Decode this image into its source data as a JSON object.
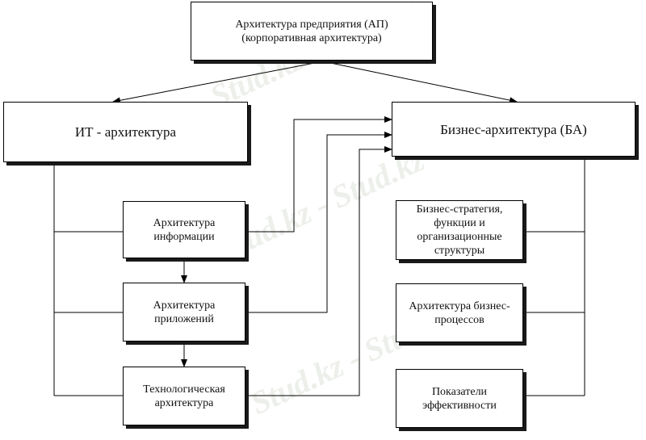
{
  "diagram": {
    "root": {
      "label": "Архитектура предприятия (АП)\n(корпоративная архитектура)"
    },
    "it": {
      "label": "ИТ - архитектура"
    },
    "ba": {
      "label": "Бизнес-архитектура (БА)"
    },
    "it_children": [
      {
        "label": "Архитектура\nинформации"
      },
      {
        "label": "Архитектура\nприложений"
      },
      {
        "label": "Технологическая\nархитектура"
      }
    ],
    "ba_children": [
      {
        "label": "Бизнес-стратегия,\nфункции и\nорганизационные\nструктуры"
      },
      {
        "label": "Архитектура бизнес-\nпроцессов"
      },
      {
        "label": "Показатели\nэффективности"
      }
    ]
  },
  "watermark": {
    "text": "Stud.kz - Stud.kz"
  }
}
